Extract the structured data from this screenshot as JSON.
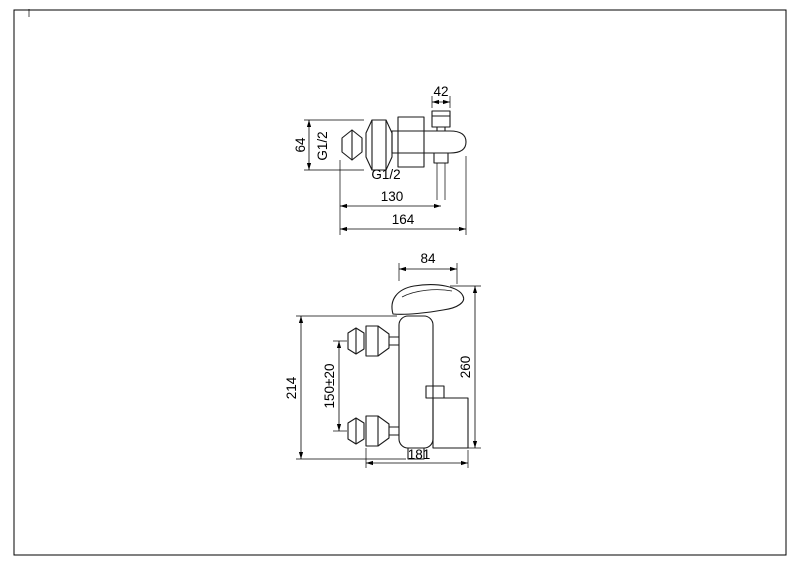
{
  "page": {
    "background": "#ffffff",
    "frame_color": "#000000",
    "line_color": "#1a1a1a"
  },
  "side_view": {
    "dims": {
      "d42": "42",
      "d64": "64",
      "inlet_thread": "G1/2",
      "outlet_thread": "G1/2",
      "d130": "130",
      "d164": "164"
    }
  },
  "front_view": {
    "dims": {
      "d84": "84",
      "d214": "214",
      "d150": "150±20",
      "d260": "260",
      "d181": "181"
    }
  }
}
